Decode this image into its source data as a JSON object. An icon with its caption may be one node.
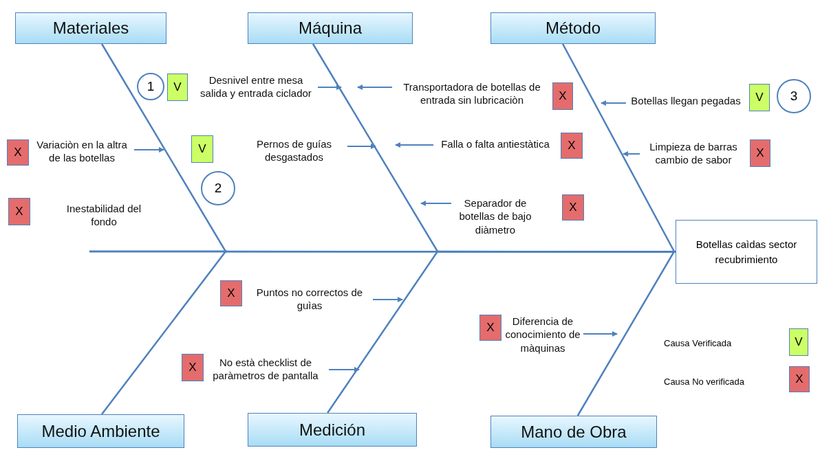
{
  "diagram": {
    "nodes": [
      {
        "text": [
          "Materiales"
        ]
      },
      {
        "text": [
          "Máquina"
        ]
      },
      {
        "text": [
          "Método"
        ]
      },
      {
        "text": [
          "1"
        ]
      },
      {
        "text": [
          "V"
        ]
      },
      {
        "text": [
          "Desnivel entre mesa salida y entrada ciclador"
        ]
      },
      {
        "text": [
          "Transportadora de botellas de entrada sin lubricaciòn"
        ]
      },
      {
        "text": [
          "X"
        ]
      },
      {
        "text": [
          "Botellas llegan pegadas"
        ]
      },
      {
        "text": [
          "V"
        ]
      },
      {
        "text": [
          "3"
        ]
      },
      {
        "text": [
          "X"
        ]
      },
      {
        "text": [
          "Variaciòn en la altra de las botellas"
        ]
      },
      {
        "text": [
          "V"
        ]
      },
      {
        "text": [
          "Pernos de guías desgastados"
        ]
      },
      {
        "text": [
          "Falla o falta antiestàtica"
        ]
      },
      {
        "text": [
          "X"
        ]
      },
      {
        "text": [
          "Limpieza de barras cambio de sabor"
        ]
      },
      {
        "text": [
          "X"
        ]
      },
      {
        "text": [
          "2"
        ]
      },
      {
        "text": [
          "X"
        ]
      },
      {
        "text": [
          "Inestabilidad  del fondo"
        ]
      },
      {
        "text": [
          "Separador de botellas de bajo diàmetro"
        ]
      },
      {
        "text": [
          "X"
        ]
      },
      {
        "text": [
          "Botellas  caìdas sector recubrimiento"
        ]
      },
      {
        "text": [
          "X"
        ]
      },
      {
        "text": [
          "Puntos no correctos de guìas"
        ]
      },
      {
        "text": [
          "X"
        ]
      },
      {
        "text": [
          "Diferencia  de conocimiento de màquinas"
        ]
      },
      {
        "text": [
          "X"
        ]
      },
      {
        "text": [
          "No està checklist de paràmetros de pantalla"
        ]
      },
      {
        "text": [
          "Medio Ambiente"
        ]
      },
      {
        "text": [
          "Medición"
        ]
      },
      {
        "text": [
          "Mano de Obra"
        ]
      }
    ],
    "edges": [
      {
        "from": 0,
        "to": 24,
        "arrow": "none"
      },
      {
        "from": 1,
        "to": 24,
        "arrow": "none"
      },
      {
        "from": 2,
        "to": 24,
        "arrow": "none"
      },
      {
        "from": 31,
        "to": 24,
        "arrow": "none"
      },
      {
        "from": 32,
        "to": 24,
        "arrow": "none"
      },
      {
        "from": 33,
        "to": 24,
        "arrow": "none"
      },
      {
        "from": 5,
        "to": null,
        "arrow": "to"
      },
      {
        "from": 6,
        "to": null,
        "arrow": "to"
      },
      {
        "from": 8,
        "to": null,
        "arrow": "to"
      },
      {
        "from": 12,
        "to": null,
        "arrow": "to"
      },
      {
        "from": 14,
        "to": null,
        "arrow": "to"
      },
      {
        "from": 15,
        "to": null,
        "arrow": "to"
      },
      {
        "from": 17,
        "to": null,
        "arrow": "to"
      },
      {
        "from": 22,
        "to": null,
        "arrow": "to"
      },
      {
        "from": 26,
        "to": null,
        "arrow": "to"
      },
      {
        "from": 28,
        "to": null,
        "arrow": "to"
      },
      {
        "from": 30,
        "to": null,
        "arrow": "to"
      }
    ],
    "labels": [
      "V",
      "X"
    ],
    "legend": [
      {
        "text": "Causa Verificada",
        "color": "#ccff66"
      },
      {
        "text": "Causa No verificada",
        "color": "#e46c6c"
      }
    ]
  }
}
